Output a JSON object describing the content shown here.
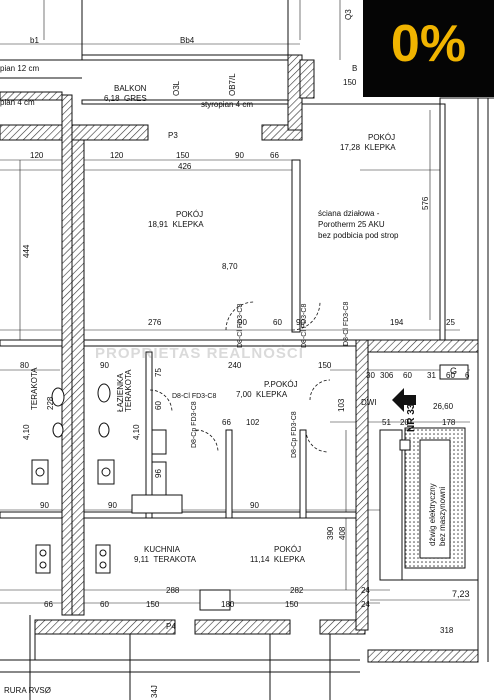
{
  "badge": {
    "text": "0%",
    "color": "#f0b400"
  },
  "watermark": "PROPRIETAS REALNOŚCI",
  "rooms": {
    "balkon": {
      "name": "BALKON",
      "area": "6,18",
      "floor": "GRES"
    },
    "styropian": "styropian 4 cm",
    "pokoj_top_right": {
      "name": "POKÓJ",
      "area": "17,28",
      "floor": "KLEPKA"
    },
    "pokoj_main": {
      "name": "POKÓJ",
      "area": "18,91",
      "floor": "KLEPKA"
    },
    "pokoj_bottom": {
      "name": "POKÓJ",
      "area": "11,14",
      "floor": "KLEPKA"
    },
    "ppokoj": {
      "name": "P.POKÓJ",
      "area": "7,00",
      "floor": "KLEPKA"
    },
    "kuchnia": {
      "name": "KUCHNIA",
      "area": "9,11",
      "floor": "TERAKOTA"
    },
    "lazienka": {
      "name": "ŁAZIENKA",
      "area": "TERAKOTA"
    },
    "terakota_left": "TERAKOTA",
    "right_area": "26,60"
  },
  "notes": {
    "sciana": [
      "ściana działowa -",
      "Porotherm 25 AKU",
      "bez podbicia pod strop"
    ],
    "dzwig": [
      "dźwig elektryczny",
      "bez maszynowni"
    ],
    "height": "8,70",
    "rura": "RURA RVSØ",
    "nr": "NR 33",
    "dwi": "DWI",
    "g": "G",
    "area_723": "7,23",
    "left_top_1": "pian 12 cm",
    "left_top_2": "pian 4 cm",
    "bb1": "b1",
    "bb4": "Bb4",
    "o3l": "O3L",
    "ob7l": "OB7/L",
    "p3": "P3",
    "p4": "P4",
    "q3": "Q3",
    "b": "B",
    "h4j": "34J"
  },
  "doors": {
    "d1": "D8-Cl FD3-C8",
    "d2": "D8-Cl FD3-C8",
    "d3": "D8-Cp FD3-C8",
    "d4": "D8-Cp FD3-C8",
    "d5": "D8-Cl FD3-C8",
    "d6": "D8-Cl FD3-C8"
  },
  "dims": {
    "d150_top": "150",
    "d120a": "120",
    "d120b": "120",
    "d150a": "150",
    "d90a": "90",
    "d66a": "66",
    "d426": "426",
    "d444": "444",
    "d576": "576",
    "d276": "276",
    "d90b": "90",
    "d60a": "60",
    "d90c": "90",
    "d194": "194",
    "d25": "25",
    "d80": "80",
    "d90d": "90",
    "d240": "240",
    "d150b": "150",
    "d75": "75",
    "d60b": "60",
    "d228": "228",
    "d410a": "4,10",
    "d410b": "4,10",
    "d96": "96",
    "d66b": "66",
    "d102": "102",
    "d103": "103",
    "d30": "30",
    "d306": "306",
    "d60c": "60",
    "d31": "31",
    "d60d": "60",
    "d6": "6",
    "d51": "51",
    "d20": "20",
    "d178": "178",
    "d90e": "90",
    "d90f": "90",
    "d90g": "90",
    "d390": "390",
    "d408": "408",
    "d66c": "66",
    "d60e": "60",
    "d150c": "150",
    "d180": "180",
    "d150d": "150",
    "d282": "282",
    "d288": "288",
    "d24a": "24",
    "d24b": "24",
    "d318": "318"
  }
}
